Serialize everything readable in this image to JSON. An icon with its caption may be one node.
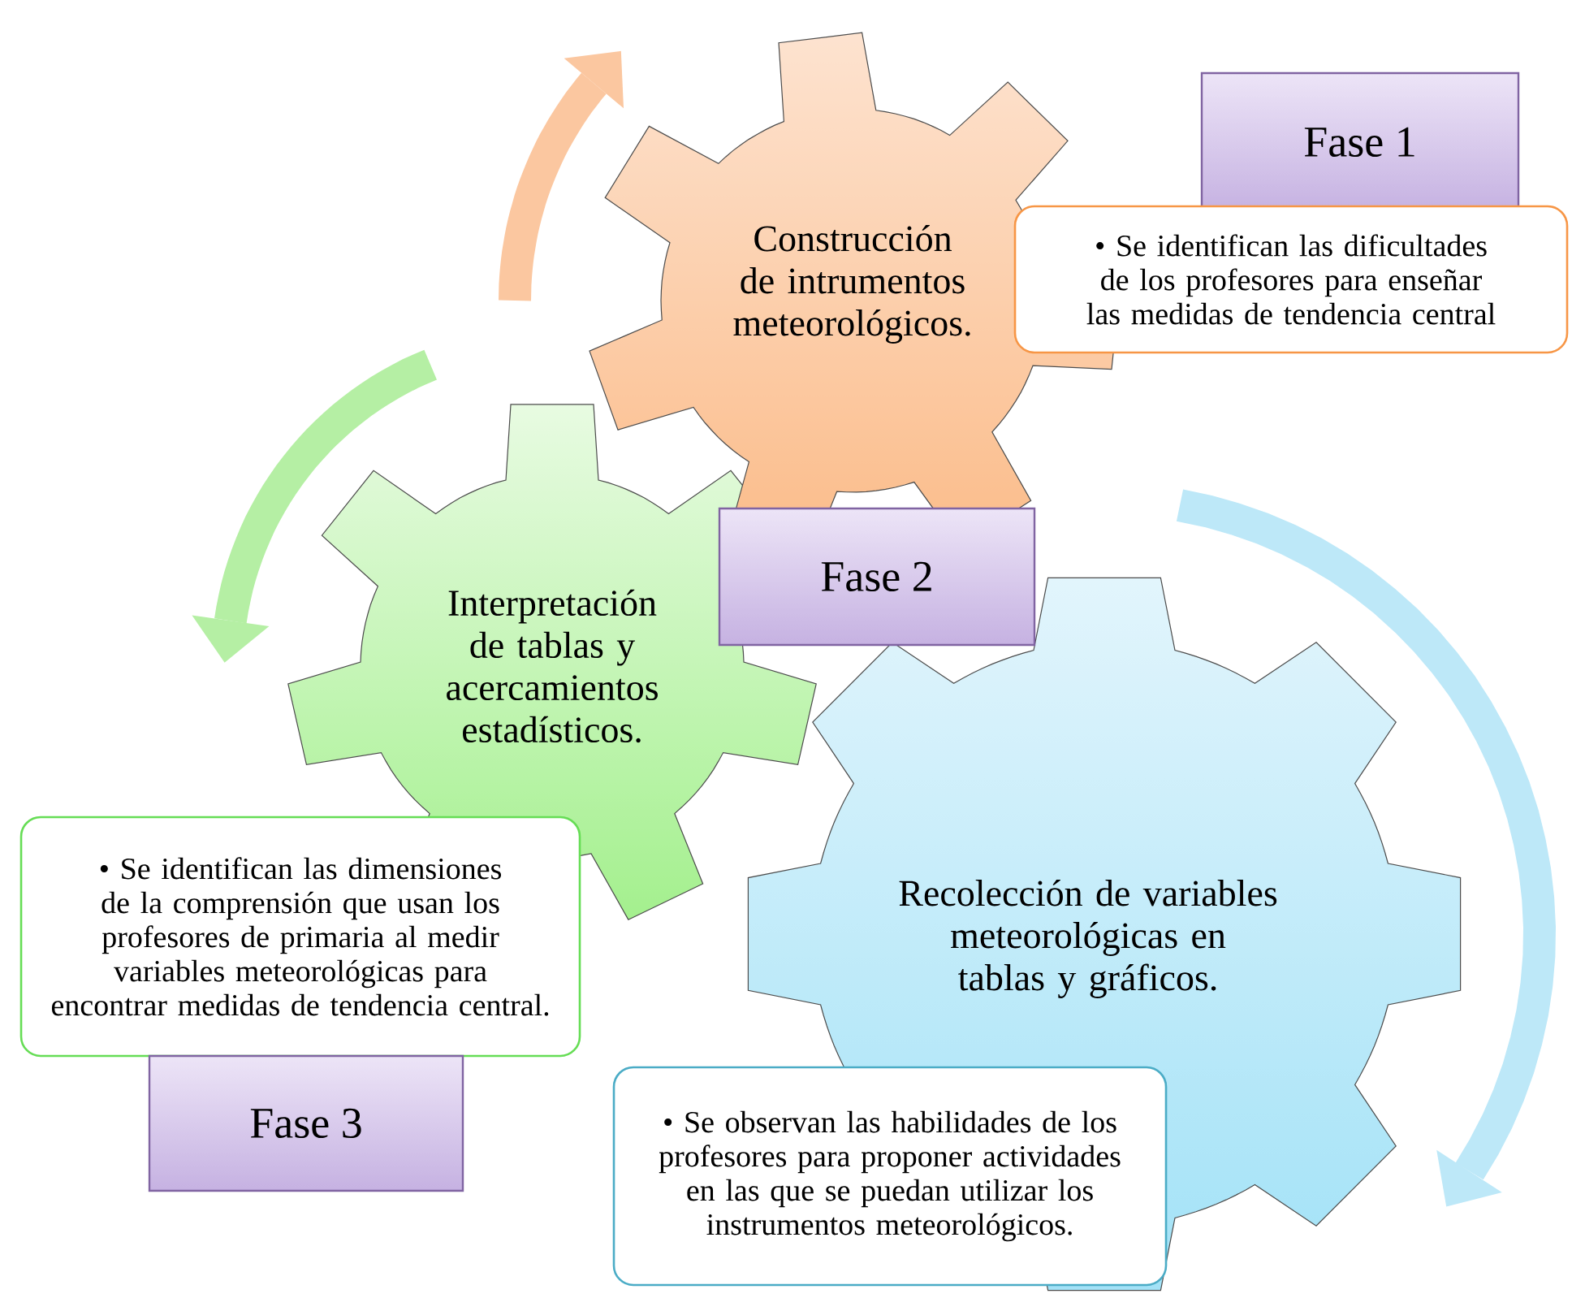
{
  "diagram": {
    "nodes": [
      {
        "text": [
          "Construcción de intrumentos meteorológicos."
        ]
      },
      {
        "text": [
          "Fase 1"
        ]
      },
      {
        "text": [
          "• Se identifican las dificultades de los profesores para enseñar las medidas de tendencia central"
        ]
      },
      {
        "text": [
          "Interpretación de tablas y acercamientos estadísticos."
        ]
      },
      {
        "text": [
          "Fase 2"
        ]
      },
      {
        "text": [
          "Recolección de variables meteorológicas en tablas y gráficos."
        ]
      },
      {
        "text": [
          "• Se identifican las dimensiones de la comprensión que usan los profesores de primaria al medir variables meteorológicas para encontrar medidas de tendencia central."
        ]
      },
      {
        "text": [
          "Fase 3"
        ]
      },
      {
        "text": [
          "• Se observan las habilidades de los profesores para proponer actividades en las que se puedan utilizar los instrumentos meteorológicos."
        ]
      }
    ]
  }
}
